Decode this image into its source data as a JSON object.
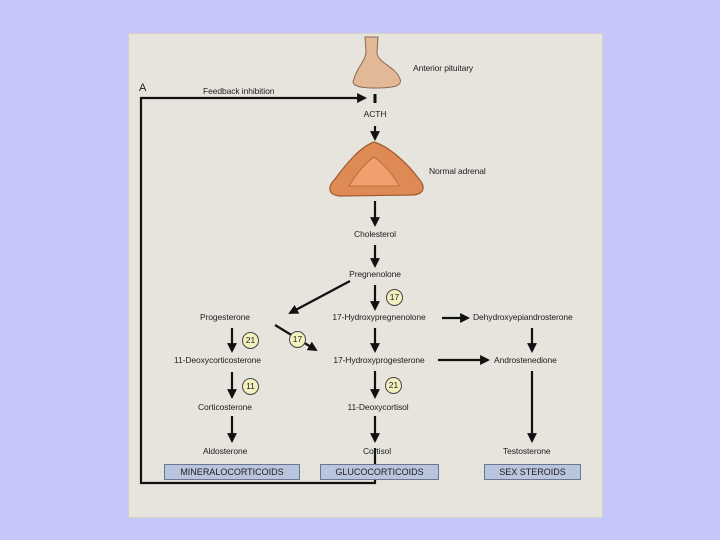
{
  "panel_label": "A",
  "labels": {
    "anterior_pituitary": "Anterior pituitary",
    "feedback_inhibition": "Feedback inhibition",
    "acth": "ACTH",
    "normal_adrenal": "Normal adrenal",
    "cholesterol": "Cholesterol",
    "pregnenolone": "Pregnenolone",
    "progesterone": "Progesterone",
    "hydroxypregnenolone": "17-Hydroxypregnenolone",
    "dhea": "Dehydroxyepiandrosterone",
    "deoxycorticosterone": "11-Deoxycorticosterone",
    "hydroxyprogesterone": "17-Hydroxyprogesterone",
    "androstenedione": "Androstenedione",
    "corticosterone": "Corticosterone",
    "deoxycortisol": "11-Deoxycortisol",
    "aldosterone": "Aldosterone",
    "cortisol": "Cortisol",
    "testosterone": "Testosterone"
  },
  "enzymes": {
    "e17_top": "17",
    "e17_mid": "17",
    "e21_left": "21",
    "e21_mid": "21",
    "e11_left": "11"
  },
  "categories": {
    "mineralocorticoids": "MINERALOCORTICOIDS",
    "glucocorticoids": "GLUCOCORTICOIDS",
    "sex_steroids": "SEX STEROIDS"
  },
  "colors": {
    "gland_fill": "#e3b896",
    "adrenal_fill": "#dd8a55",
    "adrenal_core": "#f0a06c",
    "enzyme_fill": "#f4f0c0",
    "category_fill": "#b9c4dd"
  }
}
